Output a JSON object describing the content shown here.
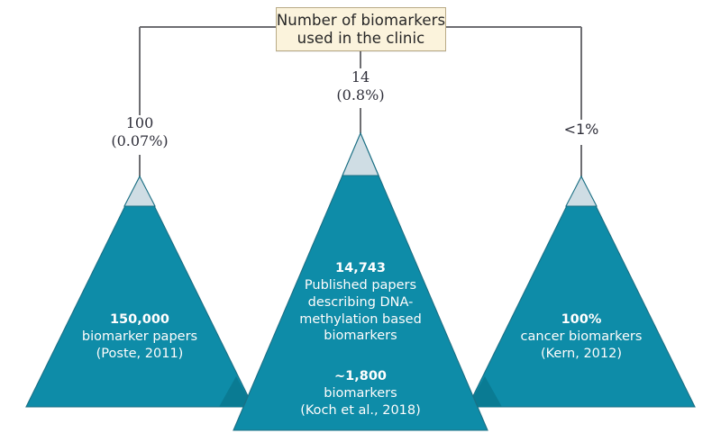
{
  "figure": {
    "title_box": {
      "lines": [
        "Number of biomarkers",
        "used in the clinic"
      ]
    },
    "colors": {
      "triangle_fill": "#0e8ca8",
      "triangle_shadow": "#0b7c96",
      "triangle_cap": "#cfdde4",
      "triangle_stroke": "#1b6f84",
      "box_fill": "#fbf3dc",
      "box_border": "#b9ab86",
      "connector": "#6e6e72",
      "text_on_triangle": "#ffffff",
      "label_text": "#2f2f3a"
    },
    "connector_labels": [
      {
        "id": "left",
        "lines": [
          "100",
          "(0.07%)"
        ]
      },
      {
        "id": "center",
        "lines": [
          "14",
          "(0.8%)"
        ]
      },
      {
        "id": "right",
        "lines": [
          "<1%"
        ]
      }
    ],
    "triangles": [
      {
        "id": "left",
        "text_blocks": [
          {
            "lines": [
              {
                "t": "150,000",
                "bold": true
              },
              {
                "t": "biomarker papers",
                "bold": false
              },
              {
                "t": "(Poste, 2011)",
                "bold": false
              }
            ]
          }
        ]
      },
      {
        "id": "center",
        "text_blocks": [
          {
            "lines": [
              {
                "t": "14,743",
                "bold": true
              },
              {
                "t": "Published papers",
                "bold": false
              },
              {
                "t": "describing DNA-",
                "bold": false
              },
              {
                "t": "methylation based",
                "bold": false
              },
              {
                "t": "biomarkers",
                "bold": false
              }
            ]
          },
          {
            "lines": [
              {
                "t": "~1,800",
                "bold": true
              },
              {
                "t": "biomarkers",
                "bold": false
              },
              {
                "t": "(Koch et al., 2018)",
                "bold": false
              }
            ]
          }
        ]
      },
      {
        "id": "right",
        "text_blocks": [
          {
            "lines": [
              {
                "t": "100%",
                "bold": true
              },
              {
                "t": "cancer biomarkers",
                "bold": false
              },
              {
                "t": "(Kern, 2012)",
                "bold": false
              }
            ]
          }
        ]
      }
    ]
  }
}
